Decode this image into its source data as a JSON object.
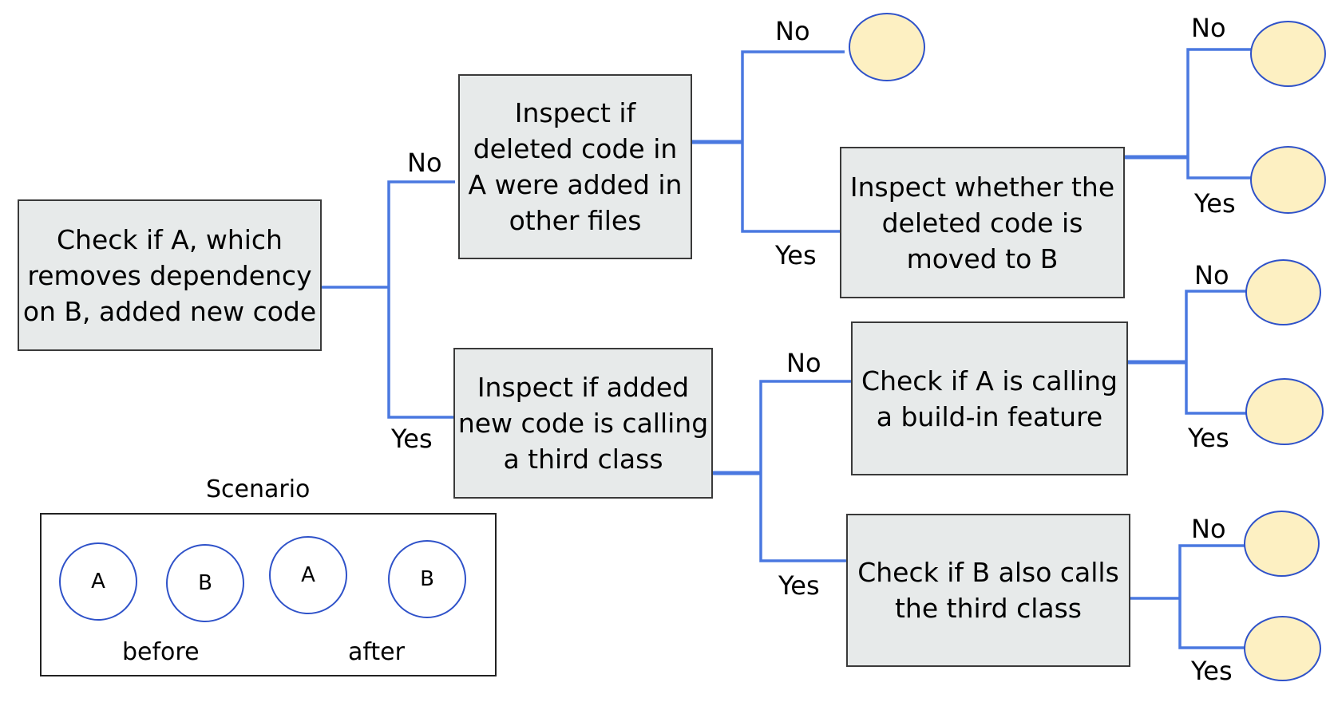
{
  "root": {
    "text": "Check if A, which\nremoves dependency\non B, added new code"
  },
  "q_deleted_added": {
    "text": "Inspect if\ndeleted code in\nA were added in\nother files"
  },
  "q_calling_third": {
    "text": "Inspect if added\nnew code is calling\na third class"
  },
  "q_moved_to_b": {
    "text": "Inspect whether the\ndeleted code is\nmoved to B"
  },
  "q_builtin": {
    "text": "Check if A is calling\na build-in feature"
  },
  "q_b_calls_third": {
    "text": "Check if B also calls\nthe third class"
  },
  "labels": {
    "no": "No",
    "yes": "Yes"
  },
  "scenario": {
    "title": "Scenario",
    "node_a": "A",
    "node_b": "B",
    "before": "before",
    "after": "after"
  },
  "colors": {
    "connector": "#4a78e0",
    "box_fill": "#e7eaea",
    "leaf_fill": "#fdf0c2",
    "leaf_stroke": "#2f52c9"
  }
}
